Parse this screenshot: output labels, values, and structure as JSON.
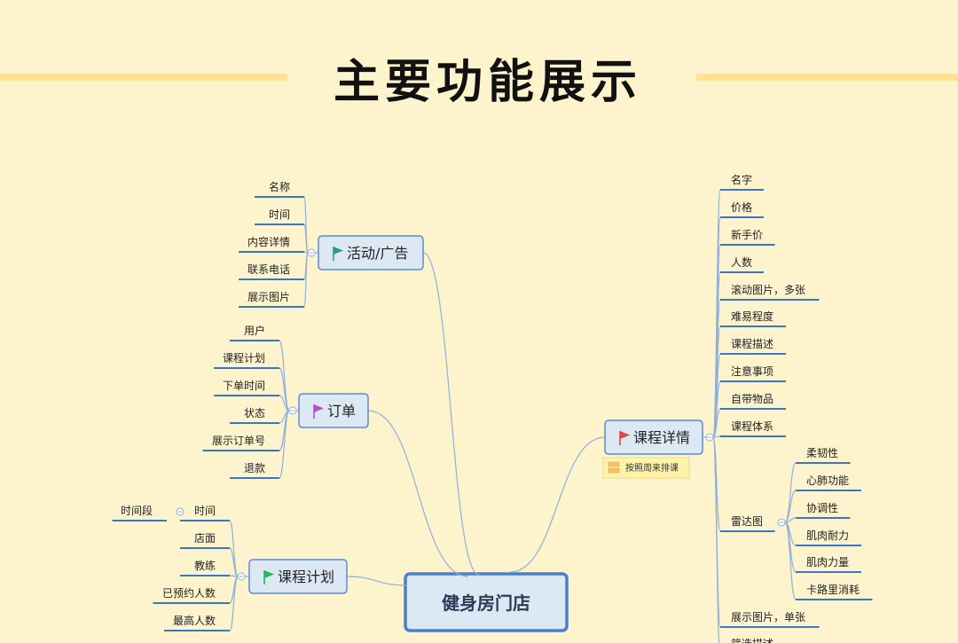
{
  "page": {
    "title": "主要功能展示"
  },
  "mindmap": {
    "root": "健身房门店",
    "branches": [
      {
        "label": "活动/广告",
        "flag_color": "#2a9d8f",
        "children": [
          "名称",
          "时间",
          "内容详情",
          "联系电话",
          "展示图片"
        ]
      },
      {
        "label": "订单",
        "flag_color": "#b84ed6",
        "children": [
          "用户",
          "课程计划",
          "下单时间",
          "状态",
          "展示订单号",
          "退款"
        ]
      },
      {
        "label": "课程计划",
        "flag_color": "#1fb85a",
        "children": [
          "时间",
          "店面",
          "教练",
          "已预约人数",
          "最高人数"
        ],
        "sub": {
          "parent": "时间",
          "label": "时间段"
        }
      },
      {
        "label": "课程详情",
        "flag_color": "#e04646",
        "note": "按照周来排课",
        "children": [
          "名字",
          "价格",
          "新手价",
          "人数",
          "滚动图片，多张",
          "难易程度",
          "课程描述",
          "注意事项",
          "自带物品",
          "课程体系",
          "雷达图",
          "展示图片，单张",
          "筛选描述"
        ],
        "radar": {
          "parent": "雷达图",
          "children": [
            "柔韧性",
            "心肺功能",
            "协调性",
            "肌肉耐力",
            "肌肉力量",
            "卡路里消耗"
          ]
        }
      }
    ]
  },
  "colors": {
    "background": "#fdf3cd",
    "header_line": "#fde38d",
    "topic_fill": "#dde8f5",
    "topic_border": "#5b8cd1",
    "root_border": "#4a7fc9",
    "connector": "#8fb0da",
    "leaf_underline": "#3a76c4",
    "note_fill": "#fef3a8"
  }
}
